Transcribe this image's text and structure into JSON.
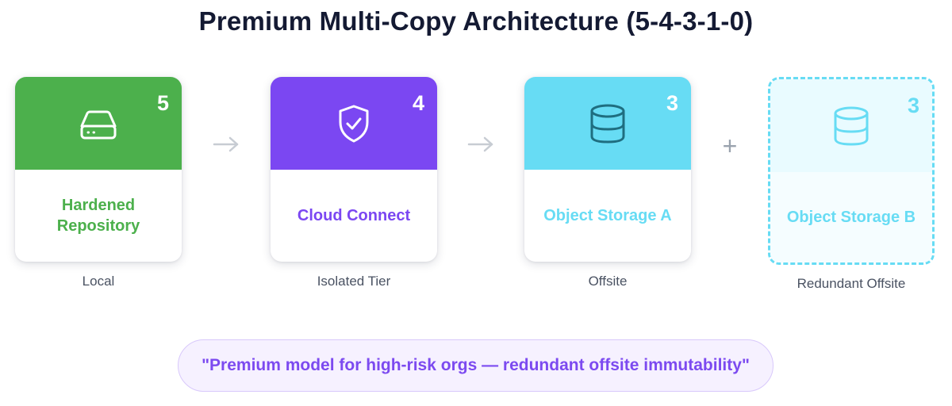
{
  "title": "Premium Multi-Copy Architecture (5-4-3-1-0)",
  "cards": [
    {
      "number": "5",
      "label_line1": "Hardened",
      "label_line2": "Repository",
      "caption": "Local",
      "icon": "hard-drive-icon",
      "color": "#4cb04c"
    },
    {
      "number": "4",
      "label": "Cloud Connect",
      "caption": "Isolated Tier",
      "icon": "shield-check-icon",
      "color": "#7b47f2"
    },
    {
      "number": "3",
      "label": "Object Storage A",
      "caption": "Offsite",
      "icon": "database-icon",
      "color": "#67dcf4"
    },
    {
      "number": "3",
      "label": "Object Storage B",
      "caption": "Redundant Offsite",
      "icon": "database-icon",
      "color": "#67dcf4",
      "style": "dashed"
    }
  ],
  "connectors": [
    "→",
    "→",
    "+"
  ],
  "quote": "\"Premium model for high-risk orgs — redundant offsite immutability\"",
  "colors": {
    "title": "#141a33",
    "arrow": "#c7ccd3",
    "quote_bg": "#f6f1ff",
    "quote_border": "#d8c8fb",
    "quote_text": "#7c4af0"
  }
}
